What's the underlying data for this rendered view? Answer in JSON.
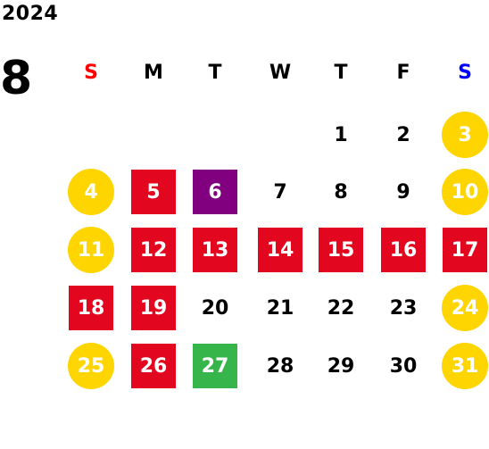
{
  "calendar": {
    "year": "2024",
    "month": "8",
    "weekdays": [
      "S",
      "M",
      "T",
      "W",
      "T",
      "F",
      "S"
    ],
    "weekday_colors": [
      "#ff0000",
      "#000000",
      "#000000",
      "#000000",
      "#000000",
      "#000000",
      "#0000ff"
    ],
    "legend_colors": {
      "weekend": "#ffd500",
      "red": "#e3061f",
      "purple": "#800080",
      "green": "#36b54a"
    },
    "weeks": [
      [
        null,
        null,
        null,
        null,
        {
          "d": "1"
        },
        {
          "d": "2"
        },
        {
          "d": "3",
          "style": "sat"
        }
      ],
      [
        {
          "d": "4",
          "style": "sun"
        },
        {
          "d": "5",
          "style": "red"
        },
        {
          "d": "6",
          "style": "purple"
        },
        {
          "d": "7"
        },
        {
          "d": "8"
        },
        {
          "d": "9"
        },
        {
          "d": "10",
          "style": "sat"
        }
      ],
      [
        {
          "d": "11",
          "style": "sun"
        },
        {
          "d": "12",
          "style": "red"
        },
        {
          "d": "13",
          "style": "red"
        },
        {
          "d": "14",
          "style": "red"
        },
        {
          "d": "15",
          "style": "red"
        },
        {
          "d": "16",
          "style": "red"
        },
        {
          "d": "17",
          "style": "red"
        }
      ],
      [
        {
          "d": "18",
          "style": "red"
        },
        {
          "d": "19",
          "style": "red"
        },
        {
          "d": "20"
        },
        {
          "d": "21"
        },
        {
          "d": "22"
        },
        {
          "d": "23"
        },
        {
          "d": "24",
          "style": "sat"
        }
      ],
      [
        {
          "d": "25",
          "style": "sun"
        },
        {
          "d": "26",
          "style": "red"
        },
        {
          "d": "27",
          "style": "green"
        },
        {
          "d": "28"
        },
        {
          "d": "29"
        },
        {
          "d": "30"
        },
        {
          "d": "31",
          "style": "sat"
        }
      ]
    ]
  }
}
